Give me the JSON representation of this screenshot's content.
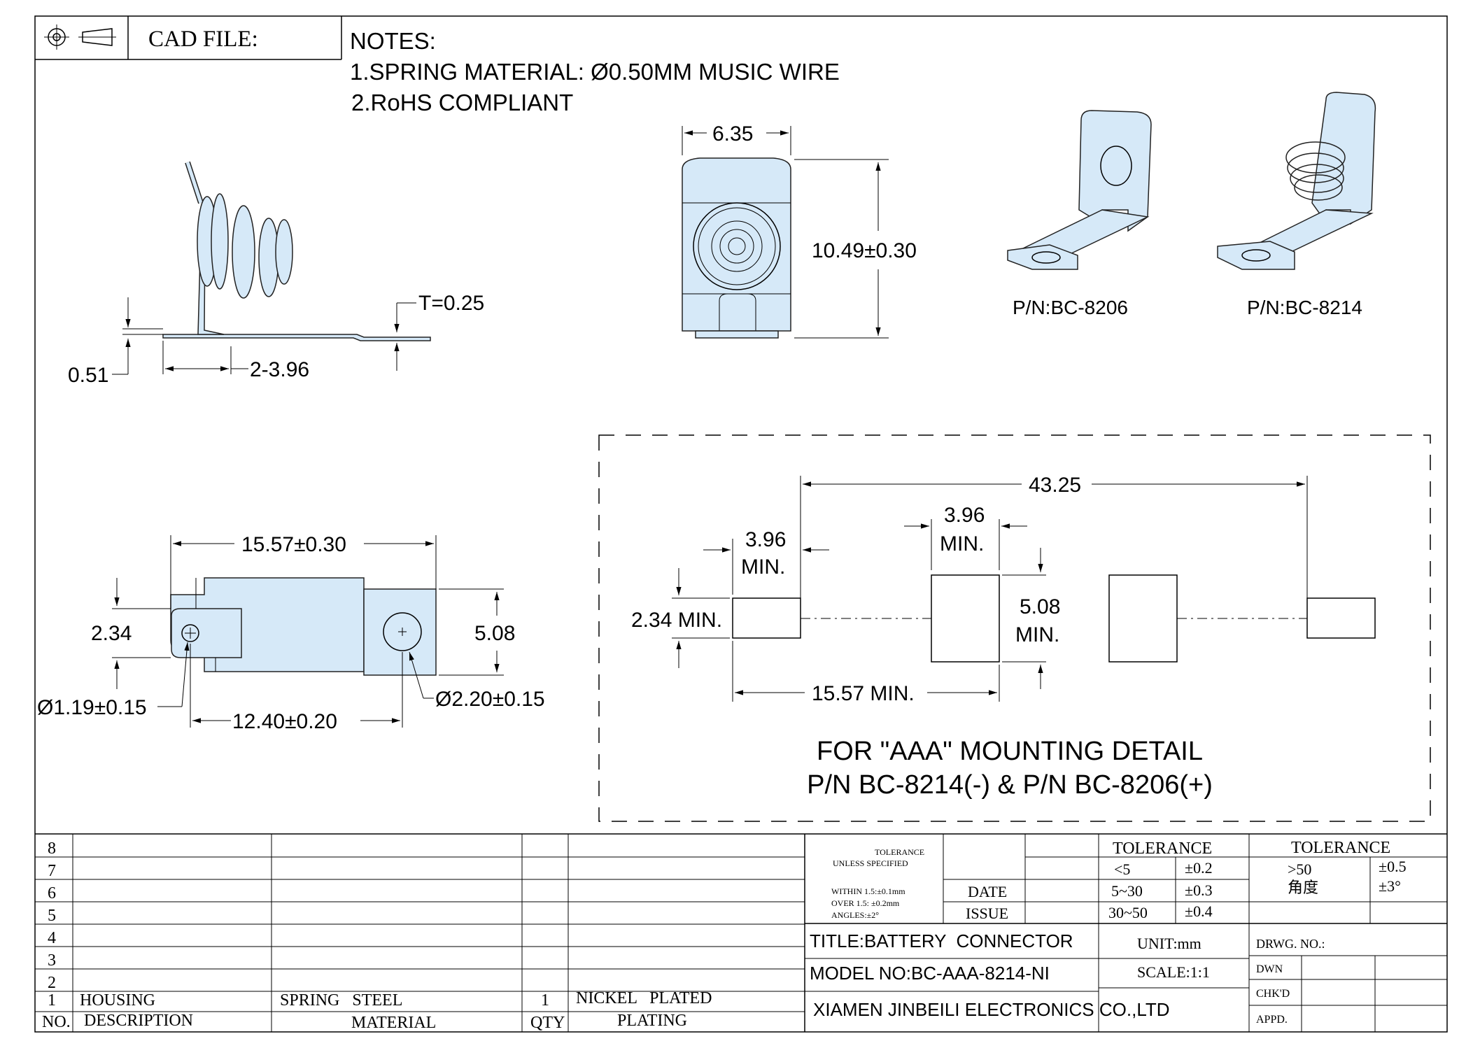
{
  "header": {
    "cad_file_label": "CAD FILE:",
    "notes_title": "NOTES:",
    "note_1": "1.SPRING MATERIAL: Ø0.50MM MUSIC WIRE",
    "note_2": "2.RoHS COMPLIANT"
  },
  "side_view": {
    "t": "T=0.25",
    "h": "0.51",
    "pitch": "2-3.96"
  },
  "front_view": {
    "width": "6.35",
    "height": "10.49±0.30"
  },
  "iso_views": {
    "pn_left": "P/N:BC-8206",
    "pn_right": "P/N:BC-8214"
  },
  "bottom_view": {
    "length": "15.57±0.30",
    "tab_h": "2.34",
    "width": "5.08",
    "hole_small": "Ø1.19±0.15",
    "hole_large": "Ø2.20±0.15",
    "hole_pitch": "12.40±0.20"
  },
  "mounting": {
    "span": "43.25",
    "pad_w1_a": "3.96",
    "pad_w1_b": "MIN.",
    "pad_w2_a": "3.96",
    "pad_w2_b": "MIN.",
    "pad_h": "2.34 MIN.",
    "big_h_a": "5.08",
    "big_h_b": "MIN.",
    "gap": "15.57 MIN.",
    "title_1": "FOR \"AAA\" MOUNTING DETAIL",
    "title_2": "P/N BC-8214(-) & P/N BC-8206(+)"
  },
  "bom": {
    "rows": [
      "8",
      "7",
      "6",
      "5",
      "4",
      "3",
      "2"
    ],
    "row1": {
      "no": "1",
      "desc": "HOUSING",
      "material": "SPRING   STEEL",
      "qty": "1",
      "plating": "NICKEL   PLATED"
    },
    "head": {
      "no": "NO.",
      "desc": "DESCRIPTION",
      "material": "MATERIAL",
      "qty": "QTY",
      "plating": "PLATING"
    }
  },
  "title_block": {
    "tol_label_1": "TOLERANCE",
    "tol_label_2": "UNLESS SPECIFIED",
    "tol_within": "WITHIN 1.5:±0.1mm",
    "tol_over": "OVER 1.5: ±0.2mm",
    "tol_angles": "ANGLES:±2°",
    "date": "DATE",
    "issue": "ISSUE",
    "tol_head_1": "TOLERANCE",
    "r1_a": "<5",
    "r1_b": "±0.2",
    "r2_a": "5~30",
    "r2_b": "±0.3",
    "r3_a": "30~50",
    "r3_b": "±0.4",
    "tol_head_2": "TOLERANCE",
    "r4_a": ">50",
    "r4_b": "±0.5",
    "r5_a": "角度",
    "r5_b": "±3°",
    "title": "TITLE:BATTERY  CONNECTOR",
    "unit": "UNIT:mm",
    "drwg": "DRWG. NO.:",
    "model": "MODEL NO:BC-AAA-8214-NI",
    "scale": "SCALE:1:1",
    "dwn": "DWN",
    "company": "XIAMEN JINBEILI ELECTRONICS CO.,LTD",
    "chk": "CHK'D",
    "appd": "APPD."
  }
}
